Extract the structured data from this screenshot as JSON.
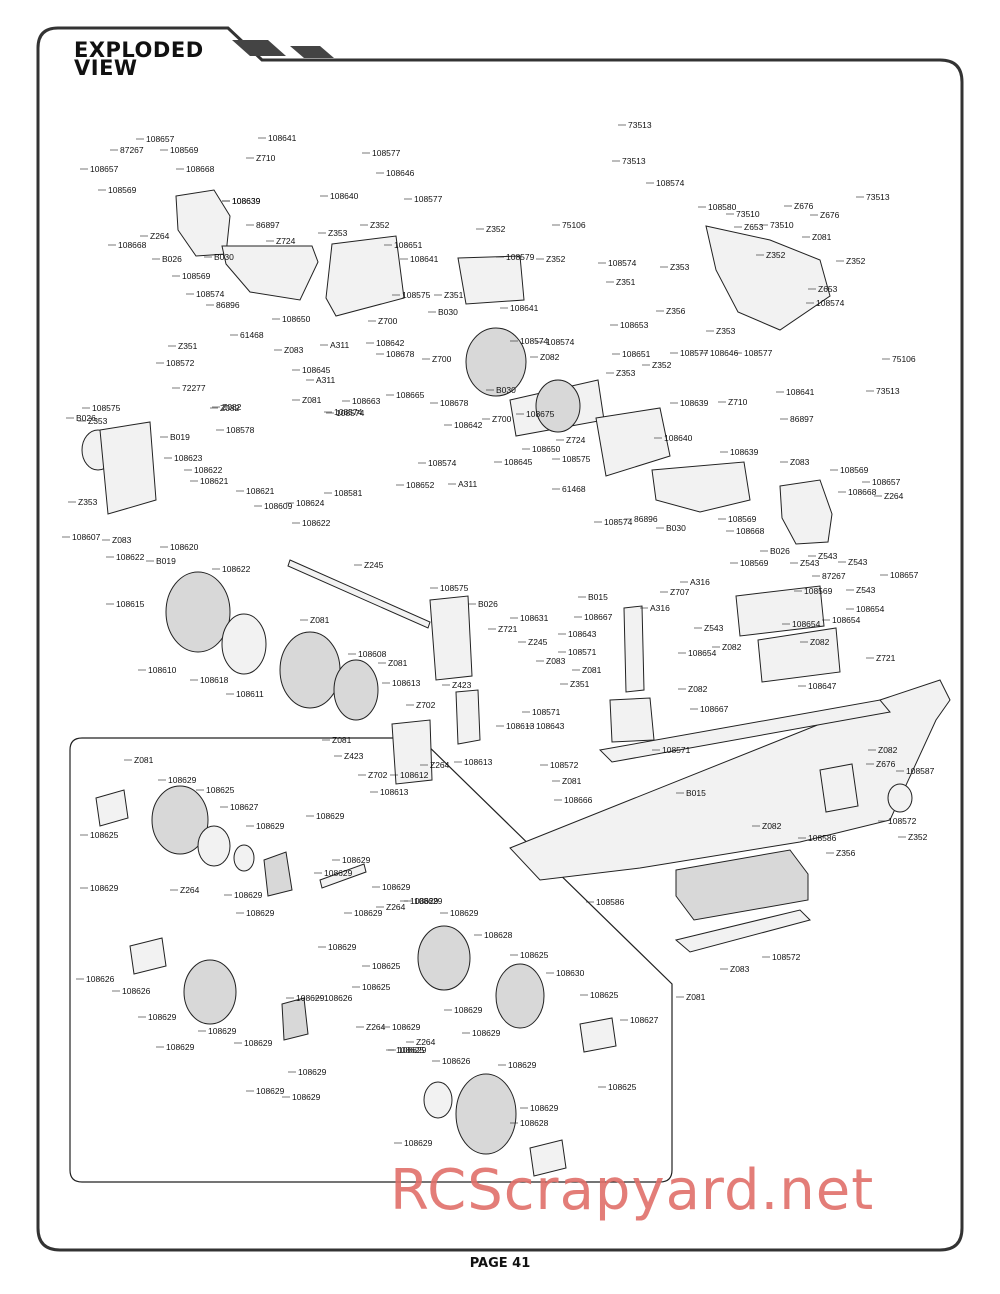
{
  "header": {
    "title_line1": "EXPLODED",
    "title_line2": "VIEW"
  },
  "footer": {
    "page": "PAGE 41"
  },
  "watermark": "RCScrapyard.net",
  "colors": {
    "frame": "#333333",
    "header_tab": "#333333",
    "watermark": "#e0706a"
  },
  "part_labels": [
    "108641",
    "Z710",
    "108639",
    "108577",
    "108646",
    "108657",
    "87267",
    "108569",
    "108657",
    "108668",
    "108639",
    "108640",
    "108577",
    "108569",
    "108668",
    "B026",
    "Z264",
    "86897",
    "Z724",
    "Z353",
    "Z352",
    "108651",
    "B030",
    "108569",
    "108574",
    "86896",
    "61468",
    "108650",
    "108641",
    "108575",
    "Z351",
    "B030",
    "108641",
    "Z352",
    "108579",
    "Z352",
    "73513",
    "73513",
    "108574",
    "75106",
    "108580",
    "73510",
    "Z676",
    "73510",
    "Z676",
    "73513",
    "Z653",
    "Z081",
    "108574",
    "Z353",
    "Z352",
    "Z653",
    "Z352",
    "108574",
    "Z356",
    "Z353",
    "108574",
    "75106",
    "73513",
    "Z351",
    "108653",
    "108574",
    "Z082",
    "108651",
    "108577",
    "108646",
    "108577",
    "Z353",
    "Z352",
    "108641",
    "Z700",
    "A311",
    "108642",
    "108678",
    "Z700",
    "108645",
    "A311",
    "108665",
    "108678",
    "Z083",
    "108663",
    "108574",
    "Z081",
    "B019",
    "108578",
    "Z082",
    "72277",
    "108572",
    "Z351",
    "108575",
    "B026",
    "Z353",
    "108623",
    "108622",
    "108621",
    "Z353",
    "108607",
    "Z083",
    "108622",
    "108620",
    "B019",
    "108621",
    "108622",
    "Z082",
    "108581",
    "108652",
    "108574",
    "108574",
    "A311",
    "108645",
    "108642",
    "Z700",
    "B030",
    "108675",
    "108650",
    "108575",
    "Z724",
    "108640",
    "108639",
    "Z710",
    "86897",
    "108639",
    "Z083",
    "61468",
    "108574",
    "86896",
    "B030",
    "108569",
    "108668",
    "B026",
    "108569",
    "108657",
    "108668",
    "Z264",
    "Z543",
    "Z543",
    "108569",
    "Z543",
    "87267",
    "108569",
    "108657",
    "Z543",
    "108654",
    "108654",
    "Z543",
    "108654",
    "108654",
    "Z082",
    "Z082",
    "Z082",
    "108647",
    "Z721",
    "108624",
    "108622",
    "108609",
    "Z245",
    "108615",
    "108610",
    "108618",
    "Z081",
    "108611",
    "108608",
    "108575",
    "B026",
    "Z721",
    "108631",
    "Z245",
    "Z083",
    "Z081",
    "108613",
    "Z702",
    "Z423",
    "108613",
    "Z081",
    "Z423",
    "Z702",
    "108612",
    "Z264",
    "108613",
    "108613",
    "B015",
    "A316",
    "Z707",
    "A316",
    "108667",
    "108643",
    "108571",
    "Z081",
    "Z351",
    "108571",
    "108643",
    "108571",
    "108667",
    "108572",
    "Z081",
    "108666",
    "B015",
    "Z082",
    "Z082",
    "Z676",
    "108587",
    "108586",
    "108572",
    "Z352",
    "Z356",
    "108586",
    "Z083",
    "108572",
    "Z081",
    "Z081",
    "108629",
    "108625",
    "108625",
    "108627",
    "108629",
    "108629",
    "108629",
    "108629",
    "Z264",
    "108629",
    "108629",
    "108629",
    "108629",
    "108629",
    "108629",
    "108629",
    "Z264",
    "108629",
    "108625",
    "108629",
    "108626",
    "108626",
    "108628",
    "108625",
    "108630",
    "108629",
    "108629",
    "108629",
    "108629",
    "108629",
    "108626",
    "108629",
    "Z264",
    "108629",
    "108625",
    "108629",
    "108629",
    "108625",
    "108627",
    "108625",
    "108625",
    "Z264",
    "108629",
    "108629",
    "108629",
    "108629",
    "108626",
    "108629",
    "108629",
    "108628"
  ]
}
